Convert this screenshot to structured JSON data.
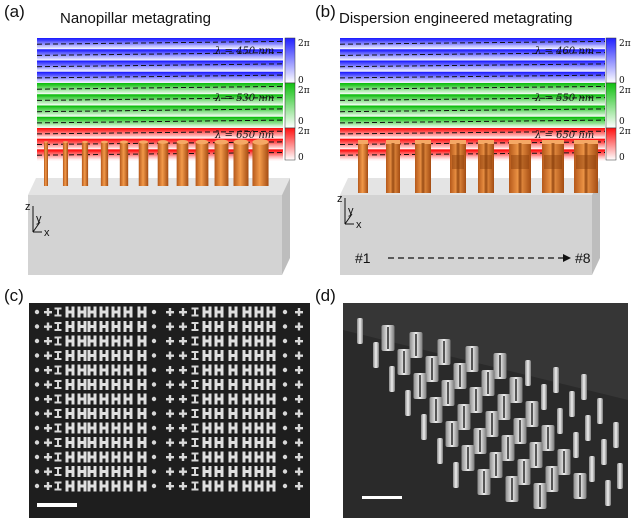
{
  "panels": {
    "a": {
      "label": "(a)",
      "title": "Nanopillar metagrating",
      "bands": [
        {
          "lambda": "λ = 450 nm",
          "color": "#2a2af0"
        },
        {
          "lambda": "λ = 530 nm",
          "color": "#1fb81f"
        },
        {
          "lambda": "λ = 650 nm",
          "color": "#f02020"
        }
      ],
      "colorbar": {
        "top": "2π",
        "bottom": "0"
      }
    },
    "b": {
      "label": "(b)",
      "title": "Dispersion engineered metagrating",
      "bands": [
        {
          "lambda": "λ = 460 nm",
          "color": "#2a2af0"
        },
        {
          "lambda": "λ = 550 nm",
          "color": "#1fb81f"
        },
        {
          "lambda": "λ = 650 nm",
          "color": "#f02020"
        }
      ],
      "colorbar": {
        "top": "2π",
        "bottom": "0"
      },
      "index_start": "#1",
      "index_end": "#8"
    },
    "c": {
      "label": "(c)"
    },
    "d": {
      "label": "(d)"
    }
  },
  "axes": {
    "z": "z",
    "y": "y",
    "x": "x"
  },
  "colors": {
    "pillar": "#e07b2a",
    "substrate": "#d0d0d0",
    "sem_bg": "#1c1c1c"
  }
}
